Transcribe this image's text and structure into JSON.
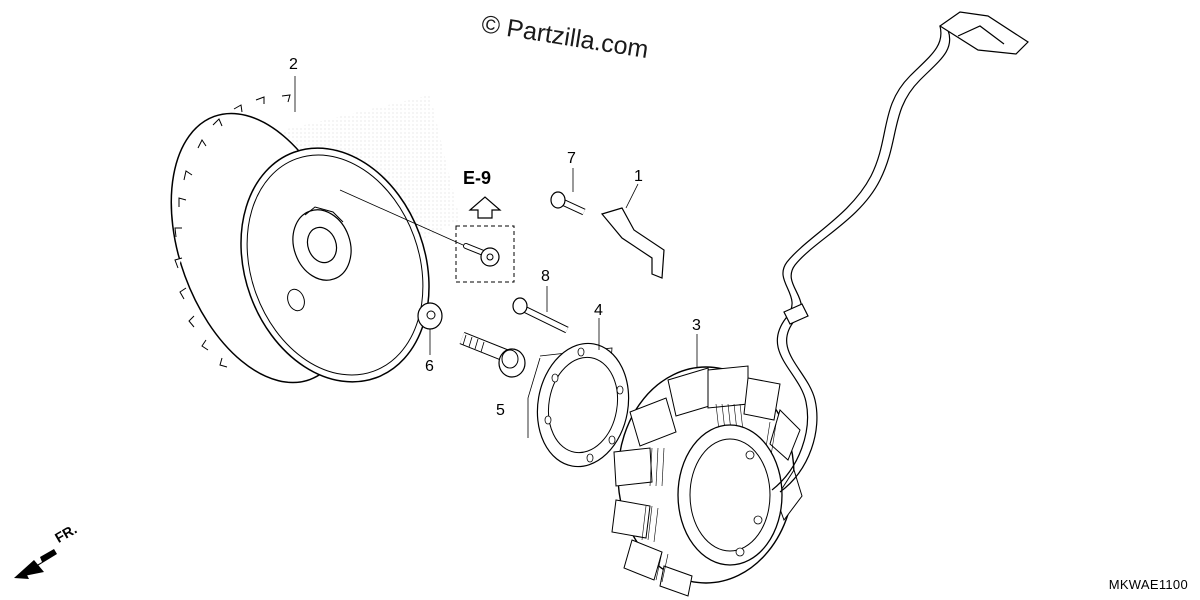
{
  "watermark": "© Partzilla.com",
  "reference": {
    "label": "E-9"
  },
  "callouts": [
    {
      "number": "1",
      "part": "stator-bracket"
    },
    {
      "number": "2",
      "part": "flywheel"
    },
    {
      "number": "3",
      "part": "stator"
    },
    {
      "number": "4",
      "part": "gasket"
    },
    {
      "number": "5",
      "part": "flywheel-bolt"
    },
    {
      "number": "6",
      "part": "washer"
    },
    {
      "number": "7",
      "part": "bracket-bolt"
    },
    {
      "number": "8",
      "part": "stator-bolt"
    }
  ],
  "diagram_code": "MKWAE1100",
  "direction": {
    "label": "FR."
  }
}
